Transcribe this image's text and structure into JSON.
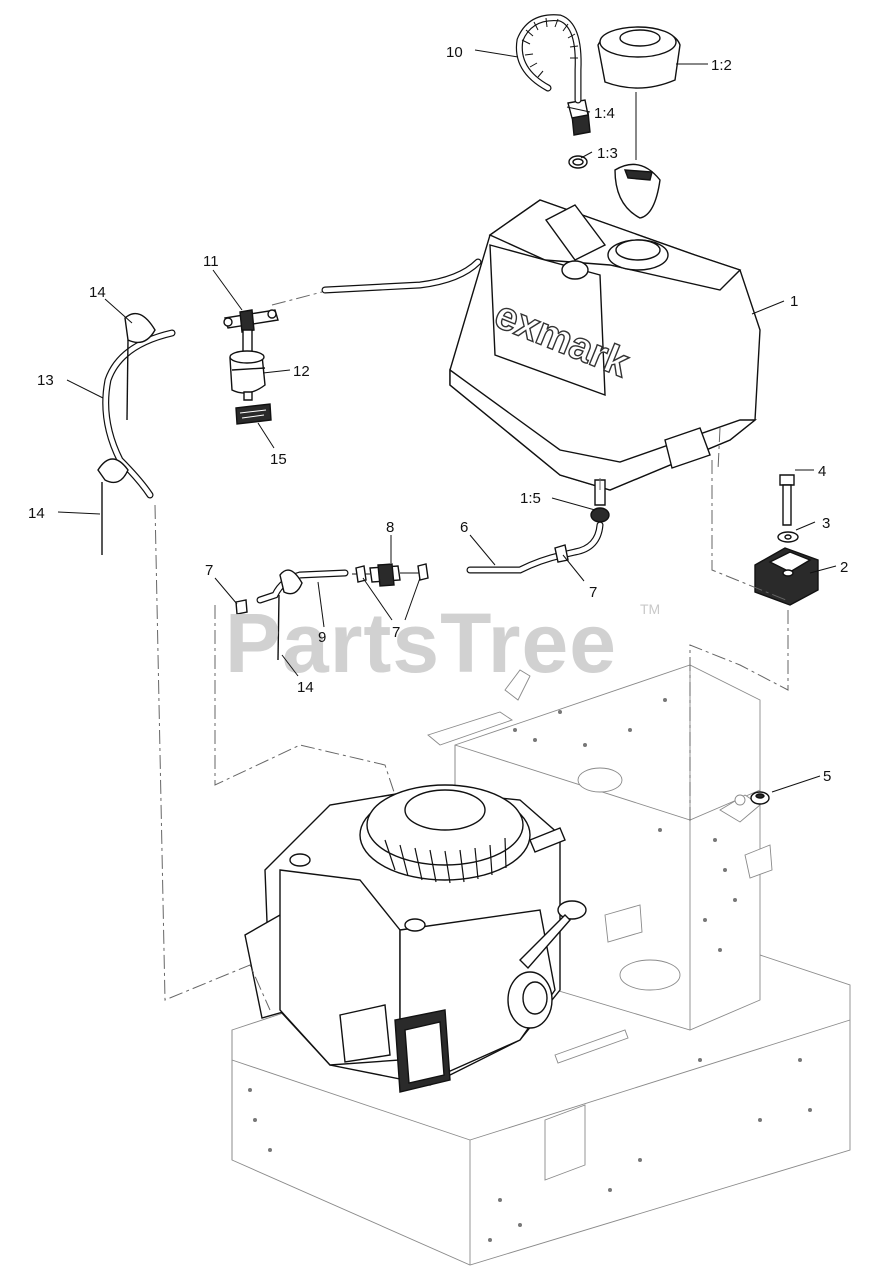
{
  "brand_mark": "exmark",
  "watermark": {
    "text": "PartsTree",
    "trademark": "TM"
  },
  "callouts": {
    "c1": "1",
    "c1_2": "1:2",
    "c1_3": "1:3",
    "c1_4": "1:4",
    "c1_5": "1:5",
    "c2": "2",
    "c3": "3",
    "c4": "4",
    "c5": "5",
    "c6": "6",
    "c7a": "7",
    "c7b": "7",
    "c7c": "7",
    "c8": "8",
    "c9": "9",
    "c10": "10",
    "c11": "11",
    "c12": "12",
    "c13": "13",
    "c14a": "14",
    "c14b": "14",
    "c14c": "14",
    "c15": "15"
  }
}
